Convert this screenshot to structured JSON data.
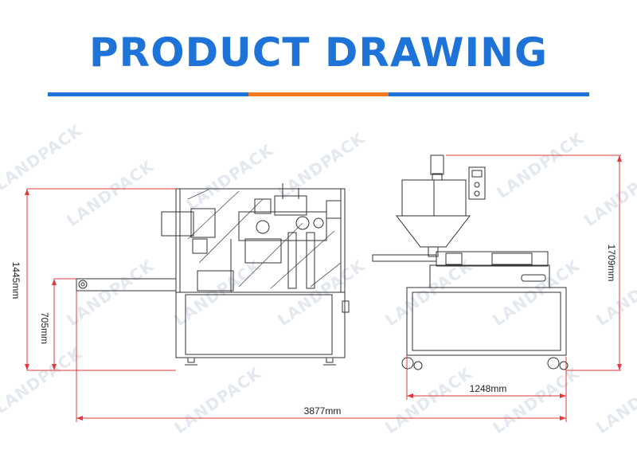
{
  "title": "PRODUCT DRAWING",
  "colors": {
    "title": "#1e73d8",
    "rule": "#1e73d8",
    "rule_accent": "#f07a1f",
    "dimension": "#e0393e",
    "line": "#333333"
  },
  "watermark": "LANDPACK",
  "dimensions": {
    "overall_height": "1445mm",
    "conveyor_height": "705mm",
    "total_length": "3877mm",
    "side_width": "1248mm",
    "side_height": "1709mm"
  }
}
